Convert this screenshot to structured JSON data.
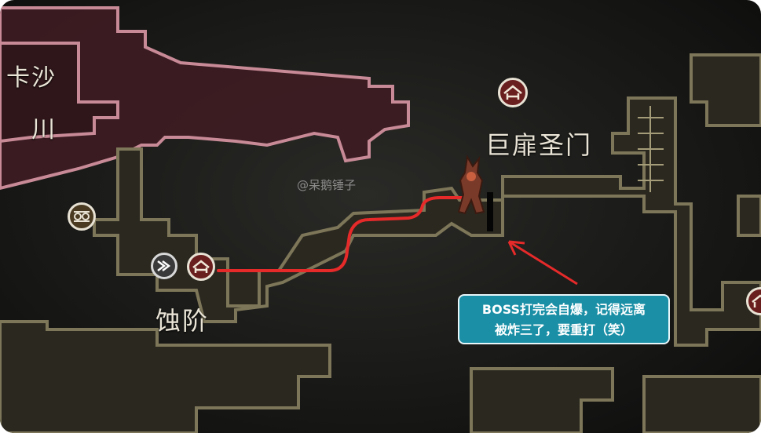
{
  "map": {
    "regions": {
      "kasha_line1": "卡沙",
      "kasha_line2": "川",
      "gate": "巨扉圣门",
      "erosion": "蚀阶"
    },
    "watermark": "@呆鹅锤子",
    "annotation": {
      "line1": "BOSS打完会自爆，记得远离",
      "line2": "被炸三了，要重打（笑）"
    },
    "colors": {
      "pink_outline": "#c88a96",
      "gold_outline": "#7d7658",
      "route": "#e62a2a",
      "callout_bg": "#1a8fa6"
    },
    "icons": [
      "bench-icon",
      "vendor-icon",
      "fast-travel-icon",
      "boss-icon"
    ]
  }
}
